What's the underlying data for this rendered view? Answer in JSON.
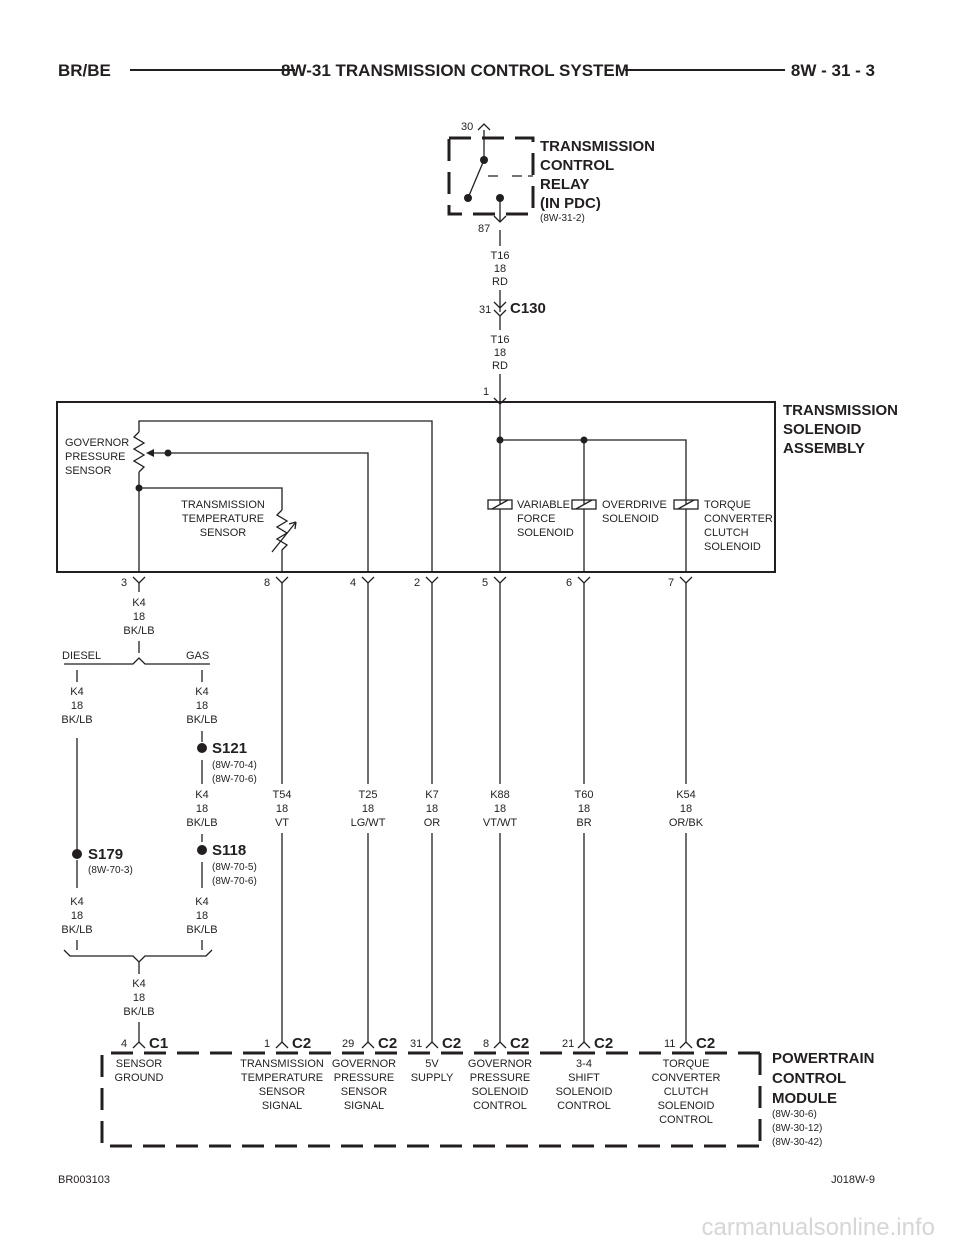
{
  "header": {
    "left": "BR/BE",
    "title": "8W-31 TRANSMISSION CONTROL SYSTEM",
    "right": "8W - 31 - 3"
  },
  "relay": {
    "pin_top": "30",
    "pin_bottom": "87",
    "name_lines": [
      "TRANSMISSION",
      "CONTROL",
      "RELAY",
      "(IN PDC)"
    ],
    "ref": "(8W-31-2)"
  },
  "wire_relay_c130": {
    "circuit": "T16",
    "gauge": "18",
    "color": "RD"
  },
  "c130": {
    "pin": "31",
    "name": "C130"
  },
  "wire_c130_assembly": {
    "circuit": "T16",
    "gauge": "18",
    "color": "RD"
  },
  "assembly": {
    "pin_top": "1",
    "name_lines": [
      "TRANSMISSION",
      "SOLENOID",
      "ASSEMBLY"
    ],
    "governor_sensor": [
      "GOVERNOR",
      "PRESSURE",
      "SENSOR"
    ],
    "temp_sensor": [
      "TRANSMISSION",
      "TEMPERATURE",
      "SENSOR"
    ],
    "vfs": [
      "VARIABLE",
      "FORCE",
      "SOLENOID"
    ],
    "od": [
      "OVERDRIVE",
      "SOLENOID"
    ],
    "tcc": [
      "TORQUE",
      "CONVERTER",
      "CLUTCH",
      "SOLENOID"
    ],
    "pins": [
      "3",
      "8",
      "4",
      "2",
      "5",
      "6",
      "7"
    ]
  },
  "ground_branch": {
    "wire_top": {
      "circuit": "K4",
      "gauge": "18",
      "color": "BK/LB"
    },
    "diesel": "DIESEL",
    "gas": "GAS",
    "wire_diesel": {
      "circuit": "K4",
      "gauge": "18",
      "color": "BK/LB"
    },
    "wire_gas": {
      "circuit": "K4",
      "gauge": "18",
      "color": "BK/LB"
    },
    "s121": {
      "name": "S121",
      "refs": [
        "(8W-70-4)",
        "(8W-70-6)"
      ]
    },
    "wire_gas_mid": {
      "circuit": "K4",
      "gauge": "18",
      "color": "BK/LB"
    },
    "s179": {
      "name": "S179",
      "refs": [
        "(8W-70-3)"
      ]
    },
    "s118": {
      "name": "S118",
      "refs": [
        "(8W-70-5)",
        "(8W-70-6)"
      ]
    },
    "wire_diesel_low": {
      "circuit": "K4",
      "gauge": "18",
      "color": "BK/LB"
    },
    "wire_gas_low": {
      "circuit": "K4",
      "gauge": "18",
      "color": "BK/LB"
    },
    "wire_bottom": {
      "circuit": "K4",
      "gauge": "18",
      "color": "BK/LB"
    }
  },
  "wires": [
    {
      "circuit": "T54",
      "gauge": "18",
      "color": "VT"
    },
    {
      "circuit": "T25",
      "gauge": "18",
      "color": "LG/WT"
    },
    {
      "circuit": "K7",
      "gauge": "18",
      "color": "OR"
    },
    {
      "circuit": "K88",
      "gauge": "18",
      "color": "VT/WT"
    },
    {
      "circuit": "T60",
      "gauge": "18",
      "color": "BR"
    },
    {
      "circuit": "K54",
      "gauge": "18",
      "color": "OR/BK"
    }
  ],
  "pcm": {
    "name_lines": [
      "POWERTRAIN",
      "CONTROL",
      "MODULE"
    ],
    "refs": [
      "(8W-30-6)",
      "(8W-30-12)",
      "(8W-30-42)"
    ],
    "connectors": [
      {
        "pin": "4",
        "conn": "C1",
        "label": [
          "SENSOR",
          "GROUND"
        ]
      },
      {
        "pin": "1",
        "conn": "C2",
        "label": [
          "TRANSMISSION",
          "TEMPERATURE",
          "SENSOR",
          "SIGNAL"
        ]
      },
      {
        "pin": "29",
        "conn": "C2",
        "label": [
          "GOVERNOR",
          "PRESSURE",
          "SENSOR",
          "SIGNAL"
        ]
      },
      {
        "pin": "31",
        "conn": "C2",
        "label": [
          "5V",
          "SUPPLY"
        ]
      },
      {
        "pin": "8",
        "conn": "C2",
        "label": [
          "GOVERNOR",
          "PRESSURE",
          "SOLENOID",
          "CONTROL"
        ]
      },
      {
        "pin": "21",
        "conn": "C2",
        "label": [
          "3-4",
          "SHIFT",
          "SOLENOID",
          "CONTROL"
        ]
      },
      {
        "pin": "11",
        "conn": "C2",
        "label": [
          "TORQUE",
          "CONVERTER",
          "CLUTCH",
          "SOLENOID",
          "CONTROL"
        ]
      }
    ]
  },
  "footer": {
    "left": "BR003103",
    "right": "J018W-9"
  },
  "watermark": "carmanualsonline.info"
}
